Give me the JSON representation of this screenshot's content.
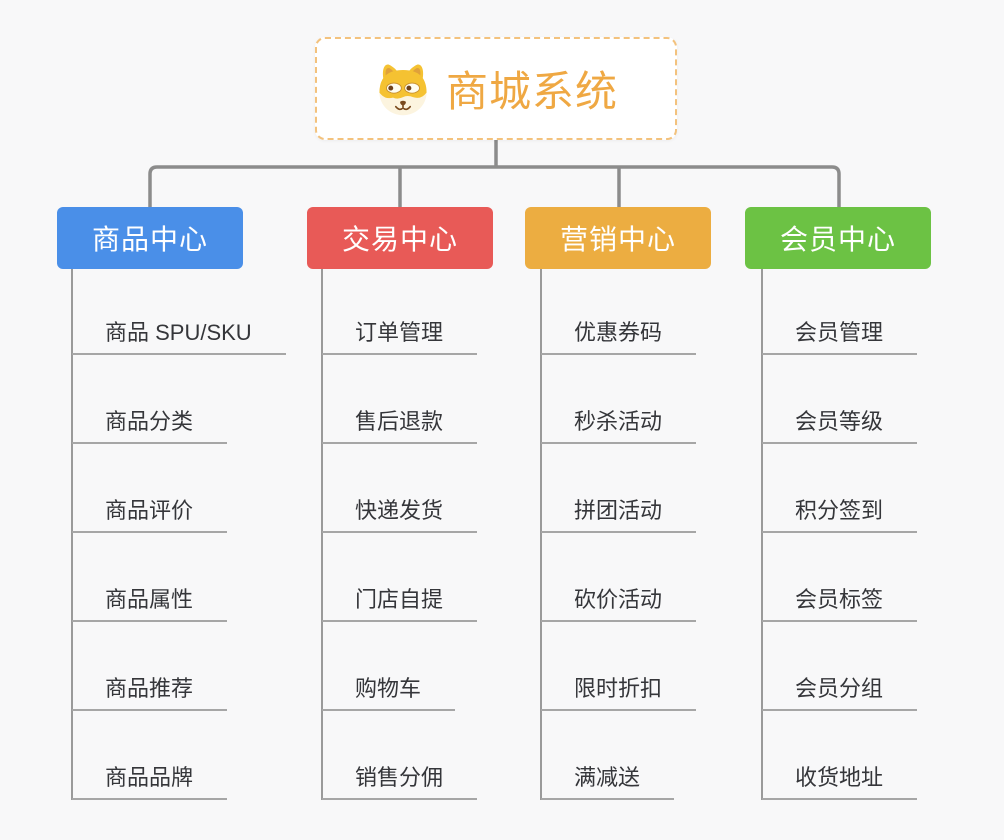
{
  "root": {
    "title": "商城系统",
    "icon": "dog-mascot-icon"
  },
  "branches": [
    {
      "label": "商品中心",
      "color": "#4A8FE8",
      "items": [
        "商品 SPU/SKU",
        "商品分类",
        "商品评价",
        "商品属性",
        "商品推荐",
        "商品品牌"
      ]
    },
    {
      "label": "交易中心",
      "color": "#E85A57",
      "items": [
        "订单管理",
        "售后退款",
        "快递发货",
        "门店自提",
        "购物车",
        "销售分佣"
      ]
    },
    {
      "label": "营销中心",
      "color": "#ECAD41",
      "items": [
        "优惠券码",
        "秒杀活动",
        "拼团活动",
        "砍价活动",
        "限时折扣",
        "满减送"
      ]
    },
    {
      "label": "会员中心",
      "color": "#6CC244",
      "items": [
        "会员管理",
        "会员等级",
        "积分签到",
        "会员标签",
        "会员分组",
        "收货地址"
      ]
    }
  ],
  "colors": {
    "background": "#F8F8F9",
    "root_border": "#F3C27D",
    "root_title": "#EFA843",
    "connector": "#8C8C8C",
    "item_underline": "#A6A6A6",
    "item_text": "#35363A"
  }
}
